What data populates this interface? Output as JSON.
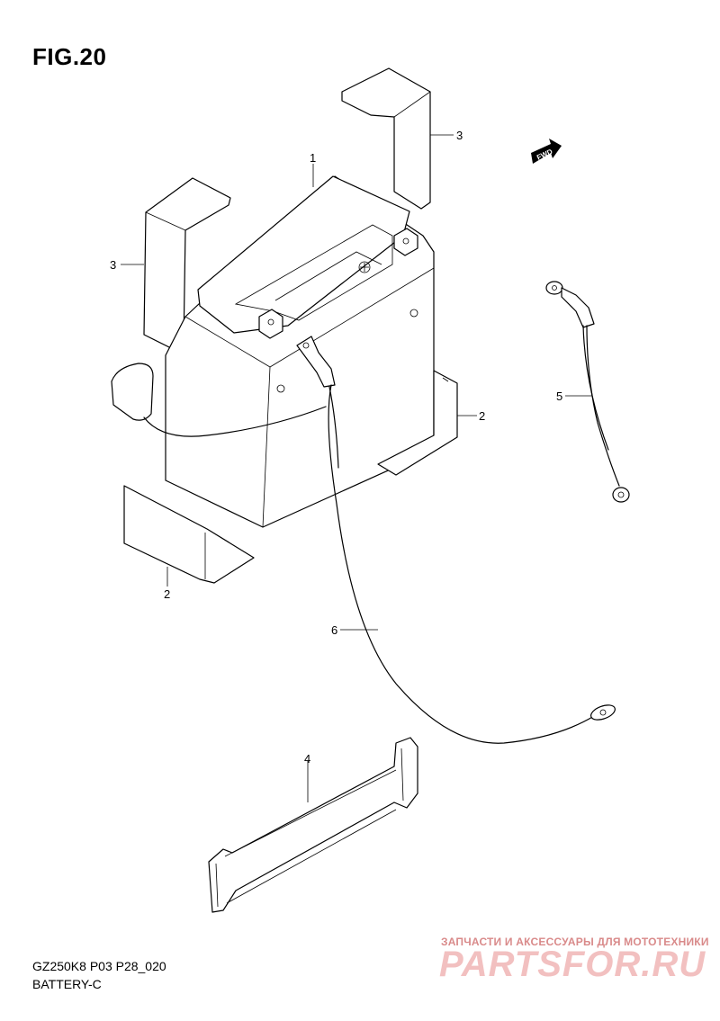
{
  "figure": {
    "title": "FIG.20"
  },
  "footer": {
    "code": "GZ250K8 P03 P28_020",
    "name": "BATTERY-C"
  },
  "watermark": {
    "subtitle": "ЗАПЧАСТИ И АКСЕССУАРЫ ДЛЯ МОТОТЕХНИКИ",
    "logo": "PARTSFOR.RU"
  },
  "direction_badge": {
    "label": "FWD"
  },
  "callouts": {
    "battery": "1",
    "bracket_top": "3",
    "bracket_left": "3",
    "plate_right": "2",
    "plate_bottom": "2",
    "band": "4",
    "lead_short": "5",
    "lead_long": "6"
  }
}
